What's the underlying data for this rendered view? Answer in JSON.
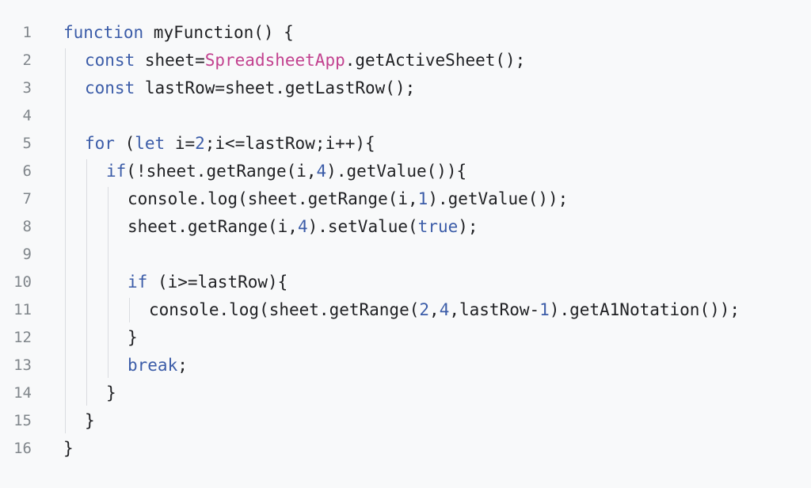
{
  "code_lines": [
    {
      "n": "1",
      "indent": 0,
      "tokens": [
        {
          "t": "function",
          "c": "kw"
        },
        {
          "t": " myFunction() {"
        }
      ]
    },
    {
      "n": "2",
      "indent": 1,
      "tokens": [
        {
          "t": "const",
          "c": "kw"
        },
        {
          "t": " sheet="
        },
        {
          "t": "SpreadsheetApp",
          "c": "cls"
        },
        {
          "t": ".getActiveSheet();"
        }
      ]
    },
    {
      "n": "3",
      "indent": 1,
      "tokens": [
        {
          "t": "const",
          "c": "kw"
        },
        {
          "t": " lastRow=sheet.getLastRow();"
        }
      ]
    },
    {
      "n": "4",
      "indent": 0,
      "tokens": []
    },
    {
      "n": "5",
      "indent": 1,
      "tokens": [
        {
          "t": "for",
          "c": "kw"
        },
        {
          "t": " ("
        },
        {
          "t": "let",
          "c": "kw"
        },
        {
          "t": " i="
        },
        {
          "t": "2",
          "c": "num"
        },
        {
          "t": ";i<=lastRow;i++){"
        }
      ]
    },
    {
      "n": "6",
      "indent": 2,
      "tokens": [
        {
          "t": "if",
          "c": "kw"
        },
        {
          "t": "(!sheet.getRange(i,"
        },
        {
          "t": "4",
          "c": "num"
        },
        {
          "t": ").getValue()){"
        }
      ]
    },
    {
      "n": "7",
      "indent": 3,
      "tokens": [
        {
          "t": "console.log(sheet.getRange(i,"
        },
        {
          "t": "1",
          "c": "num"
        },
        {
          "t": ").getValue());"
        }
      ]
    },
    {
      "n": "8",
      "indent": 3,
      "tokens": [
        {
          "t": "sheet.getRange(i,"
        },
        {
          "t": "4",
          "c": "num"
        },
        {
          "t": ").setValue("
        },
        {
          "t": "true",
          "c": "kw"
        },
        {
          "t": ");"
        }
      ]
    },
    {
      "n": "9",
      "indent": 0,
      "tokens": []
    },
    {
      "n": "10",
      "indent": 3,
      "tokens": [
        {
          "t": "if",
          "c": "kw"
        },
        {
          "t": " (i>=lastRow){"
        }
      ]
    },
    {
      "n": "11",
      "indent": 4,
      "tokens": [
        {
          "t": "console.log(sheet.getRange("
        },
        {
          "t": "2",
          "c": "num"
        },
        {
          "t": ","
        },
        {
          "t": "4",
          "c": "num"
        },
        {
          "t": ",lastRow-"
        },
        {
          "t": "1",
          "c": "num"
        },
        {
          "t": ").getA1Notation());"
        }
      ]
    },
    {
      "n": "12",
      "indent": 3,
      "tokens": [
        {
          "t": "}"
        }
      ]
    },
    {
      "n": "13",
      "indent": 3,
      "tokens": [
        {
          "t": "break",
          "c": "kw"
        },
        {
          "t": ";"
        }
      ]
    },
    {
      "n": "14",
      "indent": 2,
      "tokens": [
        {
          "t": "}"
        }
      ]
    },
    {
      "n": "15",
      "indent": 1,
      "tokens": [
        {
          "t": "}"
        }
      ]
    },
    {
      "n": "16",
      "indent": 0,
      "tokens": [
        {
          "t": "}"
        }
      ]
    }
  ],
  "colors": {
    "background": "#f8f9fa",
    "keyword": "#3b5ca8",
    "class_name": "#c2418f",
    "plain": "#202124",
    "line_number": "#80868b",
    "indent_guide": "#dadce0"
  }
}
